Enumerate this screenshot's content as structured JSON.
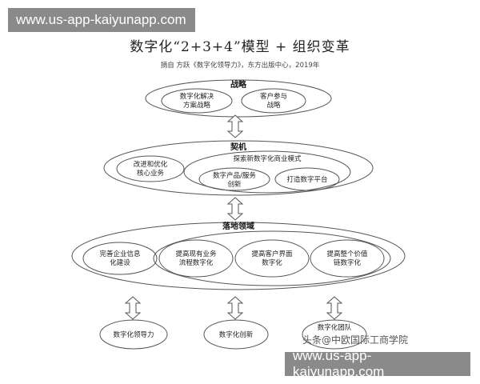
{
  "watermarks": {
    "top": "www.us-app-kaiyunapp.com",
    "bottom": "www.us-app-kaiyunapp.com"
  },
  "header": {
    "title": "数字化“2+3+4”模型 + 组织变革",
    "subtitle": "摘自 方跃《数字化领导力》，东方出版中心，2019年"
  },
  "strategy": {
    "title": "战略",
    "items": [
      [
        "数字化解决",
        "方案战略"
      ],
      [
        "客户参与",
        "战略"
      ]
    ]
  },
  "opportunity": {
    "title": "契机",
    "left": [
      "改进和优化",
      "核心业务"
    ],
    "group_title": "探索新数字化商业模式",
    "items": [
      [
        "数字产品/服务",
        "创新"
      ],
      [
        "打造数字平台"
      ]
    ]
  },
  "landing": {
    "title": "落地领域",
    "left": [
      "完善企业信息",
      "化建设"
    ],
    "items": [
      [
        "提高现有业务",
        "流程数字化"
      ],
      [
        "提高客户界面",
        "数字化"
      ],
      [
        "提高整个价值",
        "链数字化"
      ]
    ]
  },
  "outcomes": [
    "数字化领导力",
    "数字化创新",
    "数字化团队"
  ],
  "credit": "头条@中欧国际工商学院",
  "colors": {
    "stroke": "#555555",
    "arrow_fill": "#ffffff",
    "watermark_bg": "#8a8a8a"
  }
}
